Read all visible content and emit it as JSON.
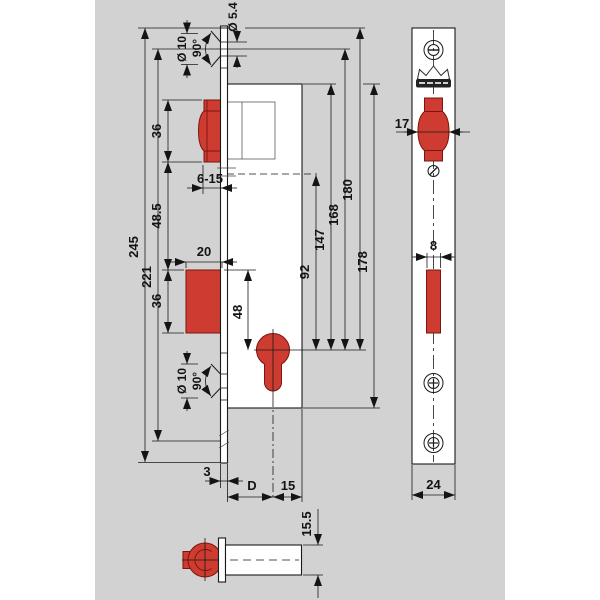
{
  "drawing": {
    "type": "technical-drawing-mortise-lock",
    "colors": {
      "canvas": "#d2d2d2",
      "page": "#ffffff",
      "line": "#1a1a1a",
      "part_red": "#ce3b30",
      "part_red_dark": "#7a150f",
      "screw_gray": "#bdbdbd",
      "banner_dark": "#222222"
    },
    "logo": {
      "icon": "crown-logo"
    },
    "dims": {
      "side": {
        "overall": "245",
        "holes": "221",
        "latch_h": "36",
        "latch_gap": "48.5",
        "bolt_h": "36",
        "latch_throw": "6-15",
        "bolt_throw": "20",
        "bolt_cyl": "48",
        "follower_cyl": "92",
        "case_cyl": "147",
        "hole_cyl": "168",
        "top_cyl": "180",
        "case_h": "178",
        "cs_dia_top": "Ø 10",
        "cs_ang_top": "90°",
        "hole_dia": "Ø 5.4",
        "cs_dia_bot": "Ø 10",
        "cs_ang_bot": "90°",
        "plate_t": "3",
        "backset": "D",
        "cyl_back": "15"
      },
      "front": {
        "latch_w": "17",
        "bolt_w": "8",
        "plate_w": "24"
      },
      "bottom": {
        "case_d": "15.5"
      }
    }
  }
}
